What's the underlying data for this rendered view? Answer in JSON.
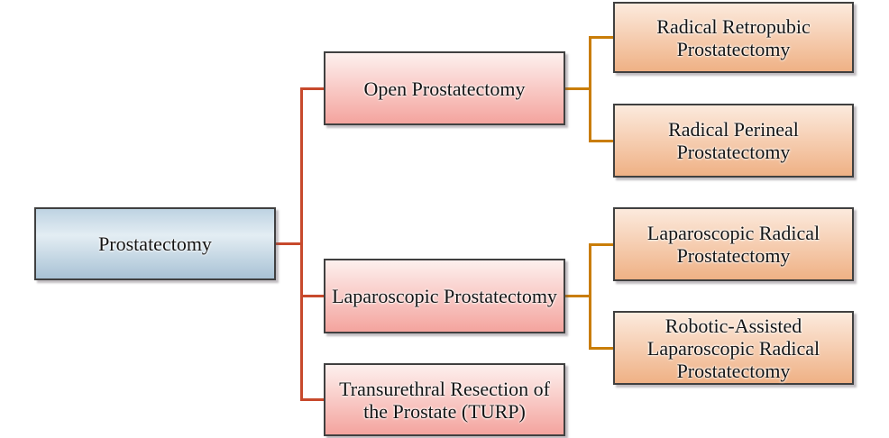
{
  "diagram": {
    "root": {
      "label": "Prostatectomy"
    },
    "level2": [
      {
        "label": "Open Prostatectomy"
      },
      {
        "label": "Laparoscopic Prostatectomy"
      },
      {
        "label": "Transurethral Resection of the Prostate (TURP)"
      }
    ],
    "level3": [
      {
        "label": "Radical Retropubic Prostatectomy",
        "parent": "Open Prostatectomy"
      },
      {
        "label": "Radical Perineal Prostatectomy",
        "parent": "Open Prostatectomy"
      },
      {
        "label": "Laparoscopic Radical Prostatectomy",
        "parent": "Laparoscopic Prostatectomy"
      },
      {
        "label": "Robotic-Assisted Laparoscopic Radical Prostatectomy",
        "parent": "Laparoscopic Prostatectomy"
      }
    ],
    "colors": {
      "root_box_top": "#bed3e2",
      "root_box_mid": "#e3edf3",
      "root_box_bottom": "#a8c2d5",
      "level2_box_top": "#fdf0ee",
      "level2_box_bottom": "#f4a49e",
      "level3_box_top": "#fceadd",
      "level3_box_bottom": "#efb185",
      "connector_primary": "#c7492c",
      "connector_secondary": "#c97d08",
      "box_border": "#404040",
      "text": "#141414"
    }
  }
}
